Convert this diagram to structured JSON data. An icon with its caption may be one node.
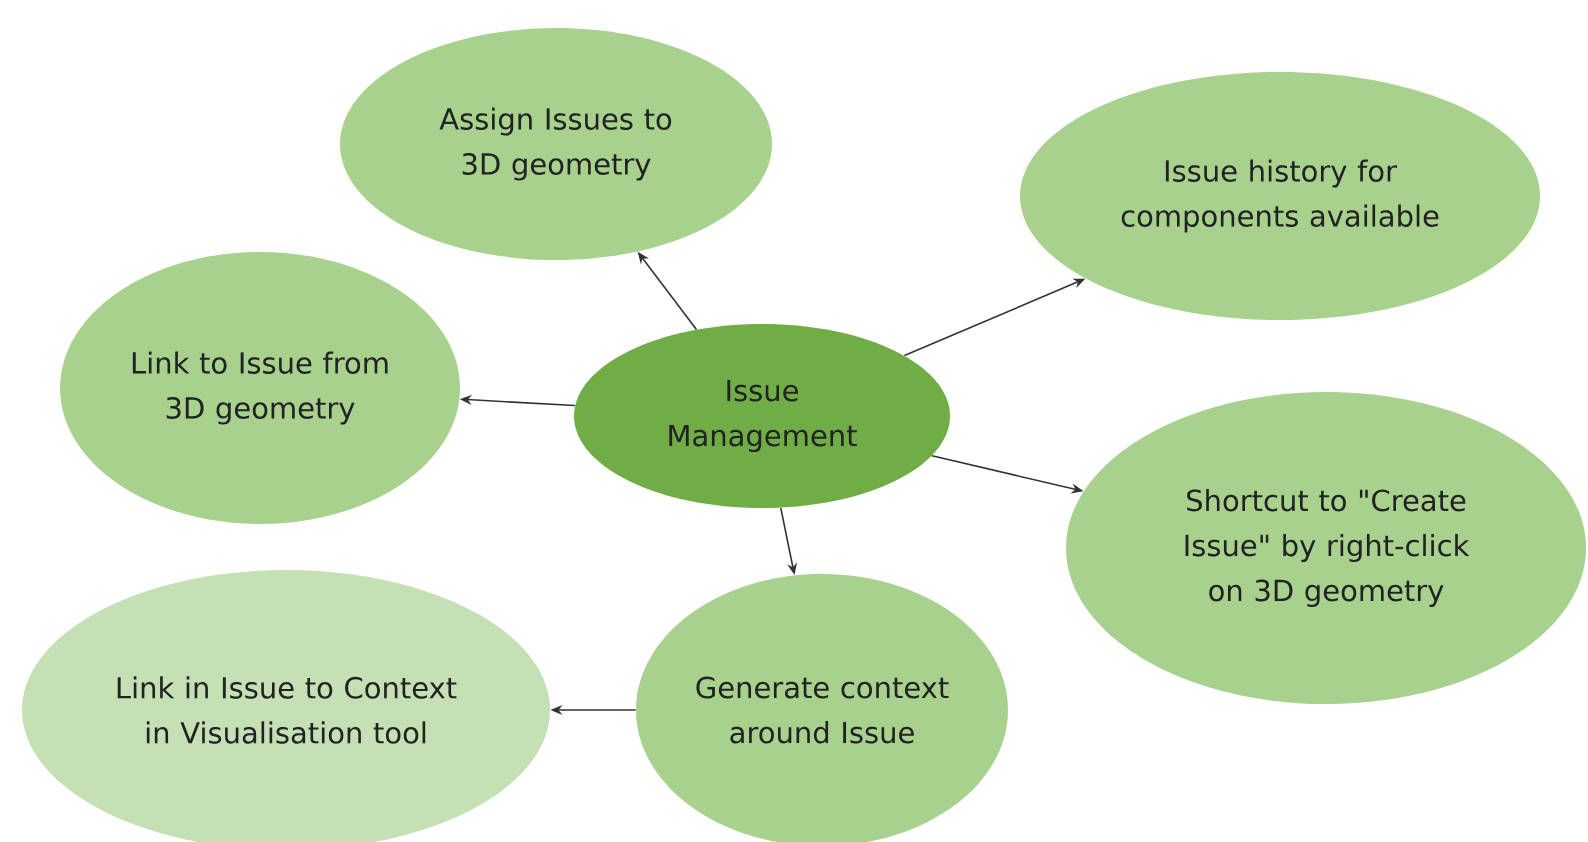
{
  "diagram": {
    "nodes": [
      {
        "text": [
          "Issue Management"
        ]
      },
      {
        "text": [
          "Assign Issues to 3D geometry"
        ]
      },
      {
        "text": [
          "Issue history for components available"
        ]
      },
      {
        "text": [
          "Link to Issue from 3D geometry"
        ]
      },
      {
        "text": [
          "Shortcut to \"Create Issue\" by right-click on 3D geometry"
        ]
      },
      {
        "text": [
          "Generate context around Issue"
        ]
      },
      {
        "text": [
          "Link in Issue to Context in Visualisation tool"
        ]
      }
    ],
    "edges": [
      {
        "from": 0,
        "to": 1,
        "arrow": "to"
      },
      {
        "from": 0,
        "to": 2,
        "arrow": "to"
      },
      {
        "from": 0,
        "to": 3,
        "arrow": "to"
      },
      {
        "from": 0,
        "to": 4,
        "arrow": "to"
      },
      {
        "from": 0,
        "to": 5,
        "arrow": "to"
      },
      {
        "from": 5,
        "to": 6,
        "arrow": "to"
      }
    ]
  }
}
